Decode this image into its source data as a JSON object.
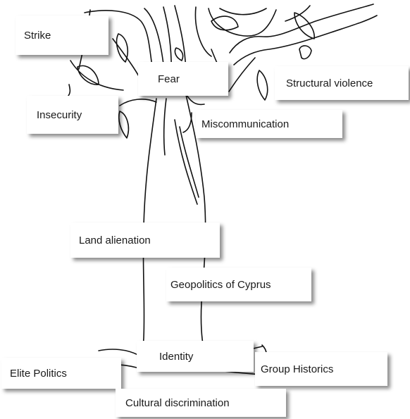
{
  "labels": {
    "strike": "Strike",
    "fear": "Fear",
    "structural_violence": "Structural violence",
    "insecurity": "Insecurity",
    "miscommunication": "Miscommunication",
    "land_alienation": "Land alienation",
    "geopolitics": "Geopolitics of Cyprus",
    "identity": "Identity",
    "elite_politics": "Elite Politics",
    "group_historics": "Group Historics",
    "cultural_discrimination": "Cultural discrimination"
  }
}
